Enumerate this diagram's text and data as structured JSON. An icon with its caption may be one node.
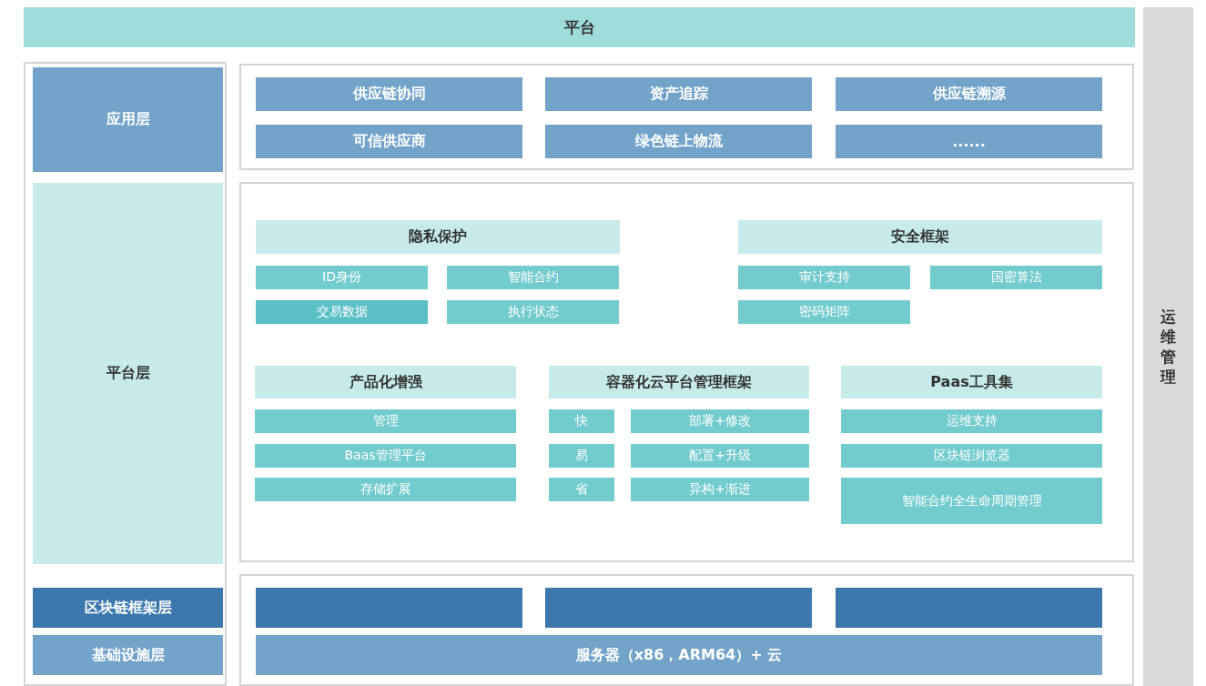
{
  "diagram": {
    "nodes": [
      {
        "text": [
          "平台"
        ]
      },
      {
        "text": [],
        "shape": "box"
      },
      {
        "text": [
          "应用层"
        ],
        "in": 1
      },
      {
        "text": [
          "平台层"
        ],
        "in": 1
      },
      {
        "text": [
          "区块链框架层"
        ],
        "in": 1
      },
      {
        "text": [
          "基础设施层"
        ],
        "in": 1
      },
      {
        "text": [
          "运维管理"
        ]
      },
      {
        "text": [],
        "shape": "box"
      },
      {
        "text": [
          "供应链协同"
        ],
        "in": 7
      },
      {
        "text": [
          "资产追踪"
        ],
        "in": 7
      },
      {
        "text": [
          "供应链溯源"
        ],
        "in": 7
      },
      {
        "text": [
          "可信供应商"
        ],
        "in": 7
      },
      {
        "text": [
          "绿色链上物流"
        ],
        "in": 7
      },
      {
        "text": [
          "......"
        ],
        "in": 7
      },
      {
        "text": [],
        "shape": "box"
      },
      {
        "text": [
          "隐私保护"
        ],
        "in": 14
      },
      {
        "text": [
          "ID身份"
        ],
        "in": 14
      },
      {
        "text": [
          "智能合约"
        ],
        "in": 14
      },
      {
        "text": [
          "交易数据"
        ],
        "in": 14
      },
      {
        "text": [
          "执行状态"
        ],
        "in": 14
      },
      {
        "text": [
          "安全框架"
        ],
        "in": 14
      },
      {
        "text": [
          "审计支持"
        ],
        "in": 14
      },
      {
        "text": [
          "国密算法"
        ],
        "in": 14
      },
      {
        "text": [
          "密码矩阵"
        ],
        "in": 14
      },
      {
        "text": [
          "产品化增强"
        ],
        "in": 14
      },
      {
        "text": [
          "管理"
        ],
        "in": 14
      },
      {
        "text": [
          "Baas管理平台"
        ],
        "in": 14
      },
      {
        "text": [
          "存储扩展"
        ],
        "in": 14
      },
      {
        "text": [
          "容器化云平台管理框架"
        ],
        "in": 14
      },
      {
        "text": [
          "快"
        ],
        "in": 14
      },
      {
        "text": [
          "部署+修改"
        ],
        "in": 14
      },
      {
        "text": [
          "易"
        ],
        "in": 14
      },
      {
        "text": [
          "配置+升级"
        ],
        "in": 14
      },
      {
        "text": [
          "省"
        ],
        "in": 14
      },
      {
        "text": [
          "异构+渐进"
        ],
        "in": 14
      },
      {
        "text": [
          "Paas工具集"
        ],
        "in": 14
      },
      {
        "text": [
          "运维支持"
        ],
        "in": 14
      },
      {
        "text": [
          "区块链浏览器"
        ],
        "in": 14
      },
      {
        "text": [
          "智能合约全生命周期管理"
        ],
        "in": 14
      },
      {
        "text": [],
        "shape": "box"
      },
      {
        "text": [],
        "shape": "bar",
        "in": 39
      },
      {
        "text": [],
        "shape": "bar",
        "in": 39
      },
      {
        "text": [],
        "shape": "bar",
        "in": 39
      },
      {
        "text": [
          "服务器（x86，ARM64）+ 云"
        ],
        "in": 39
      }
    ]
  }
}
